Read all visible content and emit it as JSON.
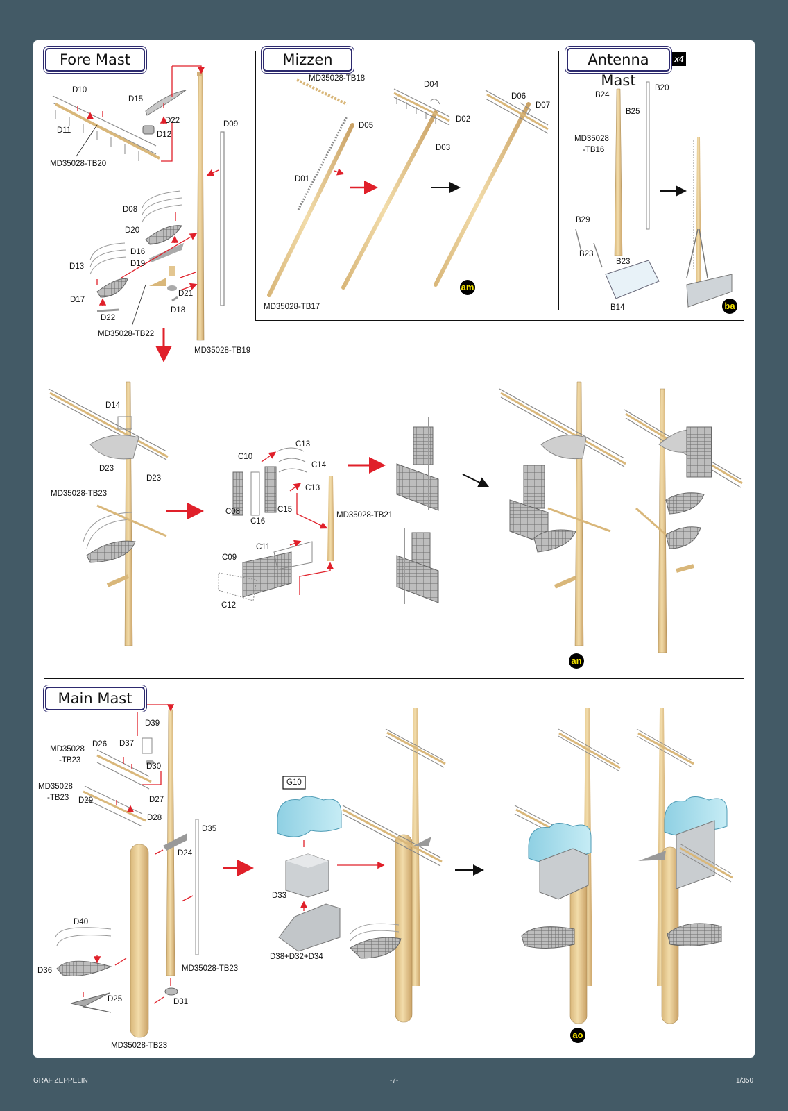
{
  "sections": {
    "fore_mast": {
      "title": "Fore Mast",
      "labels": [
        "D10",
        "D15",
        "D12",
        "D22",
        "D09",
        "D11",
        "MD35028-TB20",
        "D08",
        "D20",
        "D16",
        "D19",
        "D13",
        "D17",
        "D22",
        "D21",
        "D18",
        "MD35028-TB22",
        "MD35028-TB19"
      ]
    },
    "mizzen": {
      "title": "Mizzen",
      "labels": [
        "MD35028-TB18",
        "D04",
        "D06",
        "D07",
        "D05",
        "D02",
        "D03",
        "D01",
        "MD35028-TB17"
      ],
      "badge": "am"
    },
    "antenna_mast": {
      "title": "Antenna Mast",
      "multiplier": "x4",
      "labels": [
        "B24",
        "B20",
        "B25",
        "MD35028",
        "-TB16",
        "B29",
        "B23",
        "B23",
        "B14"
      ],
      "badge": "ba"
    },
    "fore_assembly": {
      "labels": [
        "D14",
        "D23",
        "D23",
        "MD35028-TB23",
        "C10",
        "C13",
        "C14",
        "C13",
        "C08",
        "C16",
        "C15",
        "MD35028-TB21",
        "C11",
        "C09",
        "C12"
      ],
      "badge": "an"
    },
    "main_mast": {
      "title": "Main Mast",
      "labels": [
        "D39",
        "D37",
        "MD35028",
        "-TB23",
        "D26",
        "D30",
        "MD35028",
        "-TB23",
        "D27",
        "D29",
        "D28",
        "D35",
        "D24",
        "G10",
        "D33",
        "D40",
        "D36",
        "D25",
        "D31",
        "MD35028-TB23",
        "MD35028-TB23",
        "D38+D32+D34"
      ],
      "badge": "ao"
    }
  },
  "footer": {
    "left": "GRAF ZEPPELIN",
    "center": "-7-",
    "right": "1/350"
  },
  "colors": {
    "background": "#435a66",
    "sheet": "#ffffff",
    "mast_wood": "#e9cf9a",
    "photo_etch": "#9a9a9a",
    "arrow_red": "#e0202a",
    "resin_blue": "#a8dcea",
    "title_border": "#2d2a6e"
  }
}
